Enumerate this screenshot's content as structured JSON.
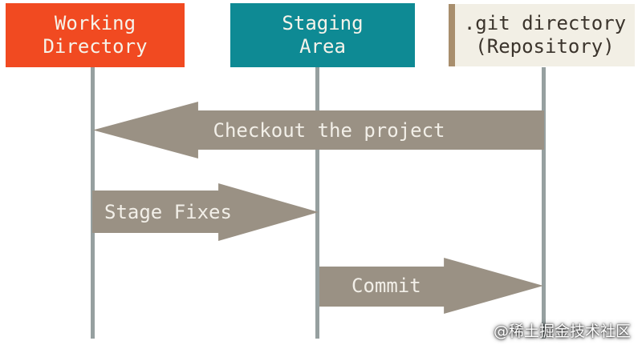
{
  "diagram": {
    "type": "git-workflow-sequence",
    "description": "Three git areas with transfer arrows between their lifelines"
  },
  "columns": [
    {
      "id": "working-directory",
      "lines": [
        "Working",
        "Directory"
      ]
    },
    {
      "id": "staging-area",
      "lines": [
        "Staging",
        "Area"
      ]
    },
    {
      "id": "git-directory",
      "lines": [
        ".git directory",
        "(Repository)"
      ]
    }
  ],
  "arrows": [
    {
      "label": "Checkout the project",
      "direction": "left",
      "from": "git-directory",
      "to": "working-directory"
    },
    {
      "label": "Stage Fixes",
      "direction": "right",
      "from": "working-directory",
      "to": "staging-area"
    },
    {
      "label": "Commit",
      "direction": "right",
      "from": "staging-area",
      "to": "git-directory"
    }
  ],
  "watermark": {
    "text": "@稀土掘金技术社区"
  },
  "colors": {
    "background": "#FFFFFF",
    "working_box": "#F14A21",
    "staging_box": "#0E8A94",
    "git_box": "#F2EFE5",
    "git_box_spine": "#A88E6D",
    "box_text": "#F6F3EA",
    "git_text": "#3B342C",
    "arrow": "#9A9184",
    "arrow_text": "#F2EFE8",
    "lifeline": "#96A0A0"
  }
}
